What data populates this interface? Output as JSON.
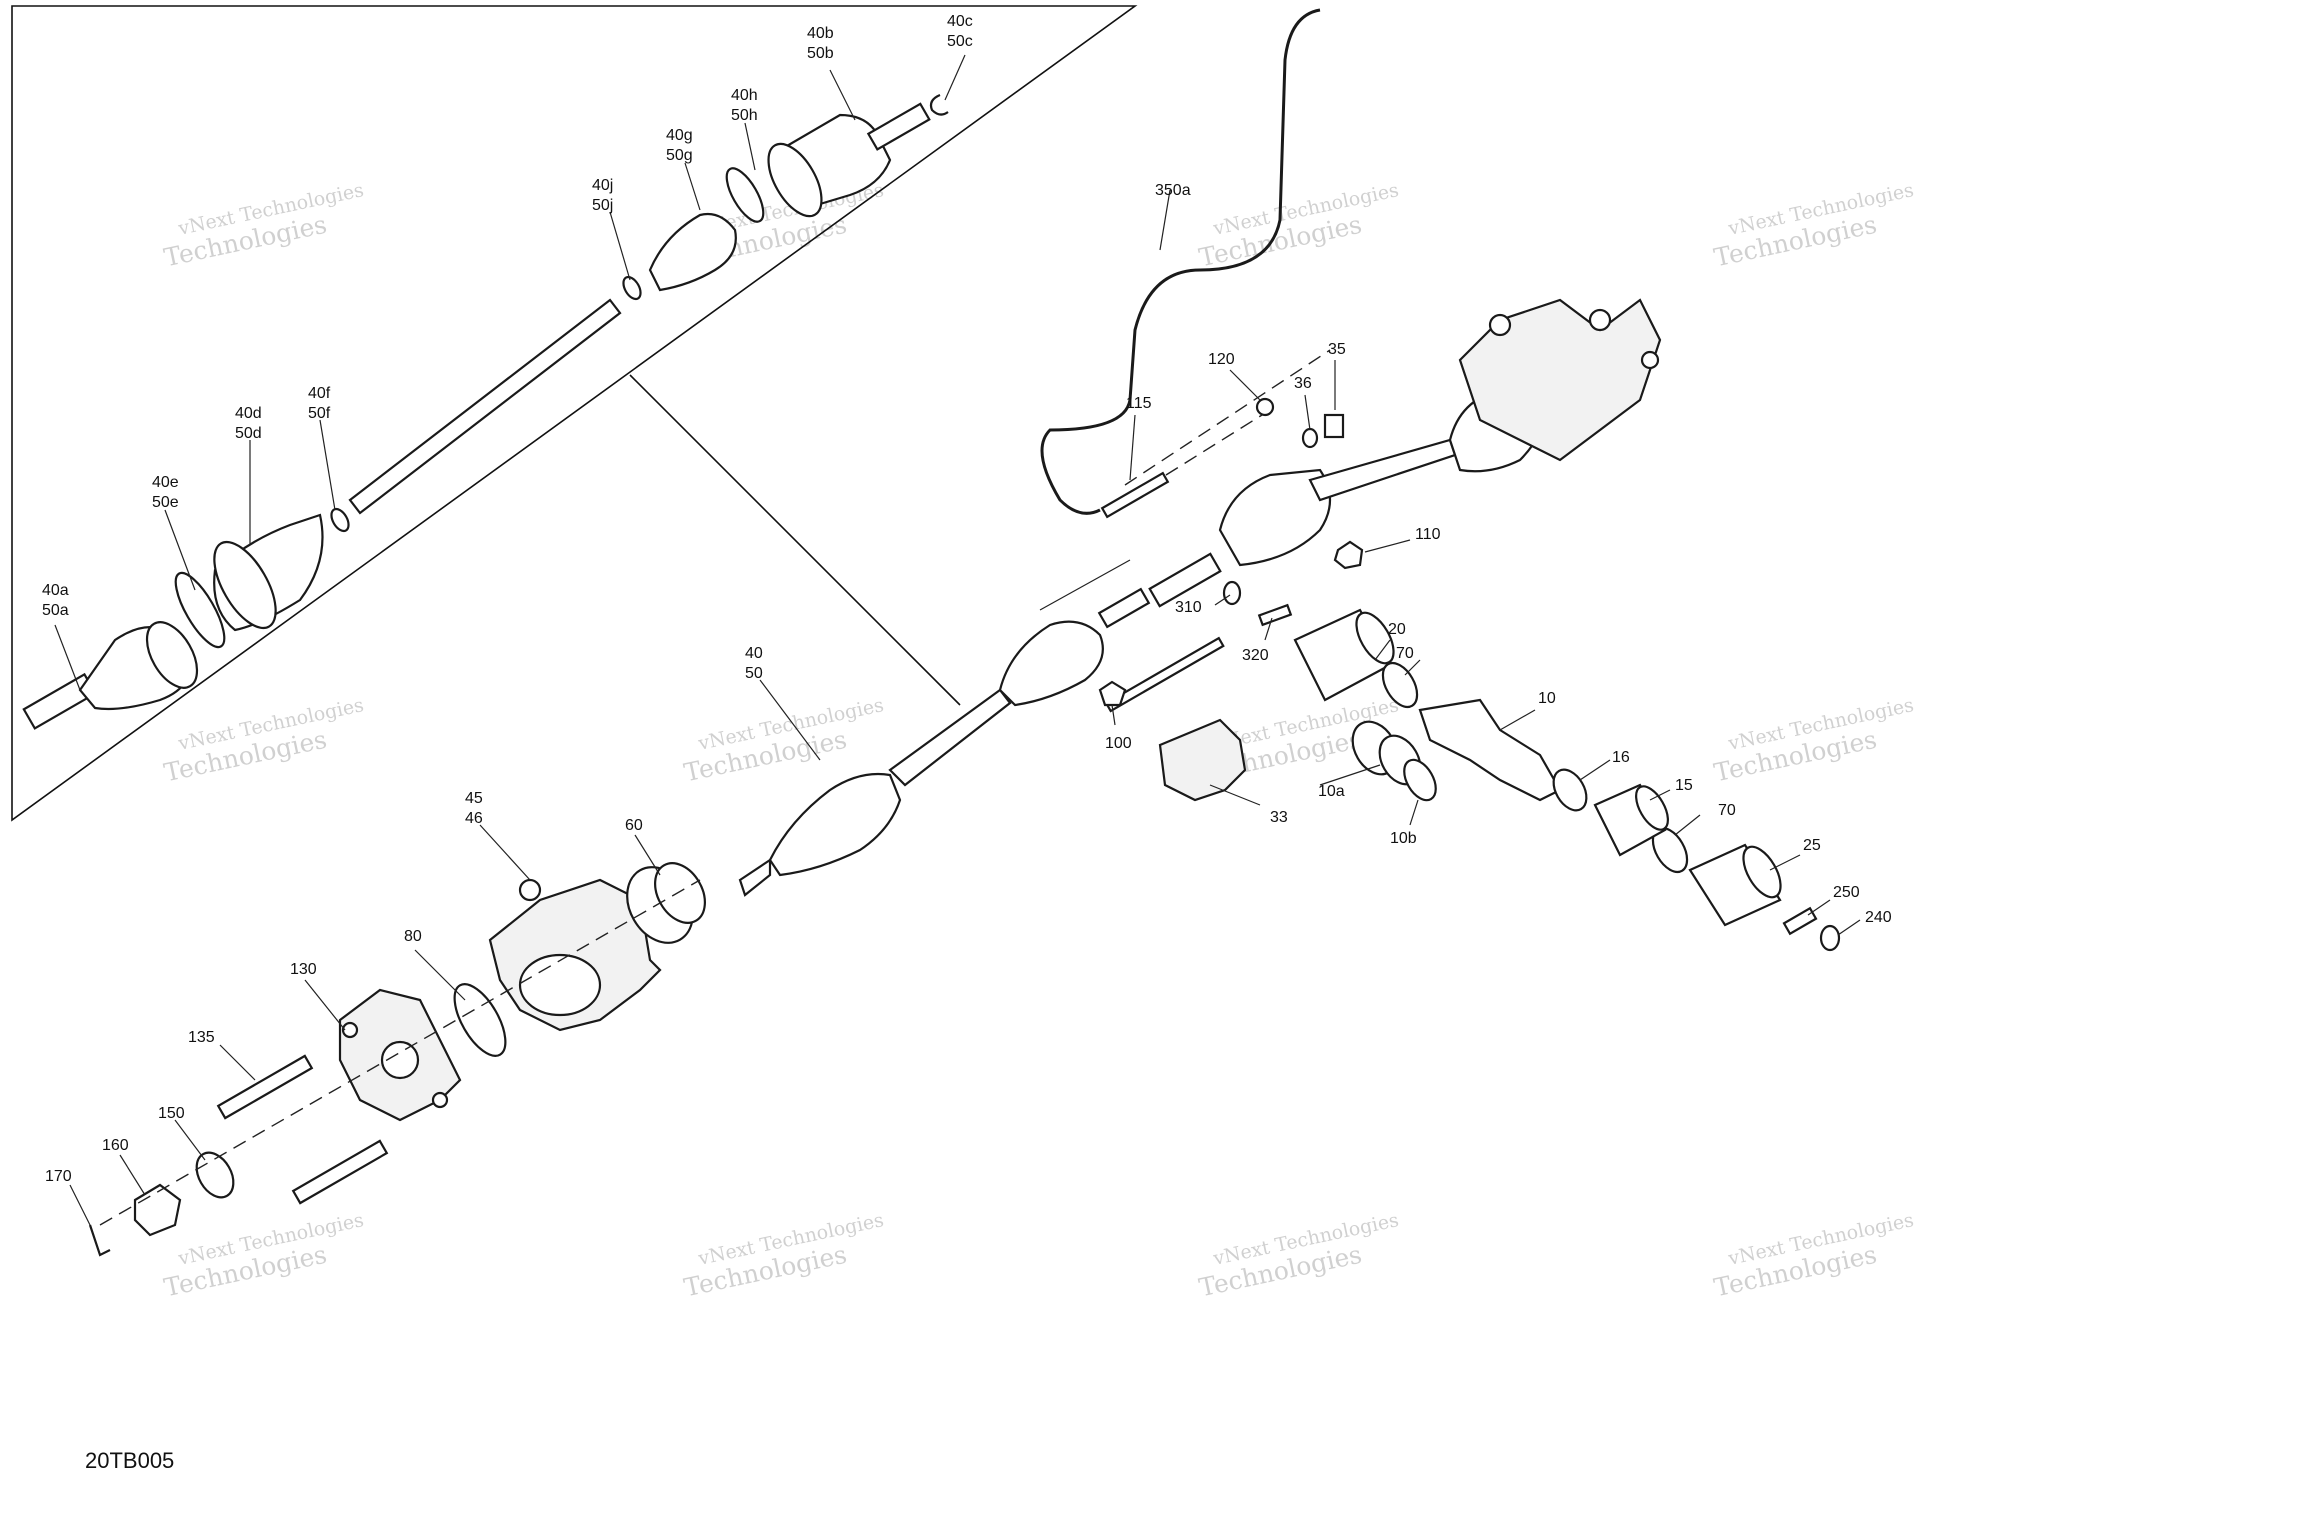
{
  "drawing_ref": "20TB005",
  "watermark": {
    "line1": "vNext Technologies",
    "line2": "Technologies"
  },
  "callouts": {
    "c40a": "40a",
    "c50a": "50a",
    "c40b": "40b",
    "c50b": "50b",
    "c40c": "40c",
    "c50c": "50c",
    "c40d": "40d",
    "c50d": "50d",
    "c40e": "40e",
    "c50e": "50e",
    "c40f": "40f",
    "c50f": "50f",
    "c40g": "40g",
    "c50g": "50g",
    "c40h": "40h",
    "c50h": "50h",
    "c40j": "40j",
    "c50j": "50j",
    "c40": "40",
    "c50": "50",
    "c45": "45",
    "c46": "46",
    "c60": "60",
    "c80": "80",
    "c130": "130",
    "c135": "135",
    "c150": "150",
    "c160": "160",
    "c170": "170",
    "c350a": "350a",
    "c120": "120",
    "c35": "35",
    "c36": "36",
    "c115": "115",
    "c110": "110",
    "c310": "310",
    "c320": "320",
    "c20": "20",
    "c70a": "70",
    "c10": "10",
    "c100": "100",
    "c10a": "10a",
    "c10b": "10b",
    "c33": "33",
    "c16": "16",
    "c15": "15",
    "c70b": "70",
    "c25": "25",
    "c250": "250",
    "c240": "240"
  }
}
